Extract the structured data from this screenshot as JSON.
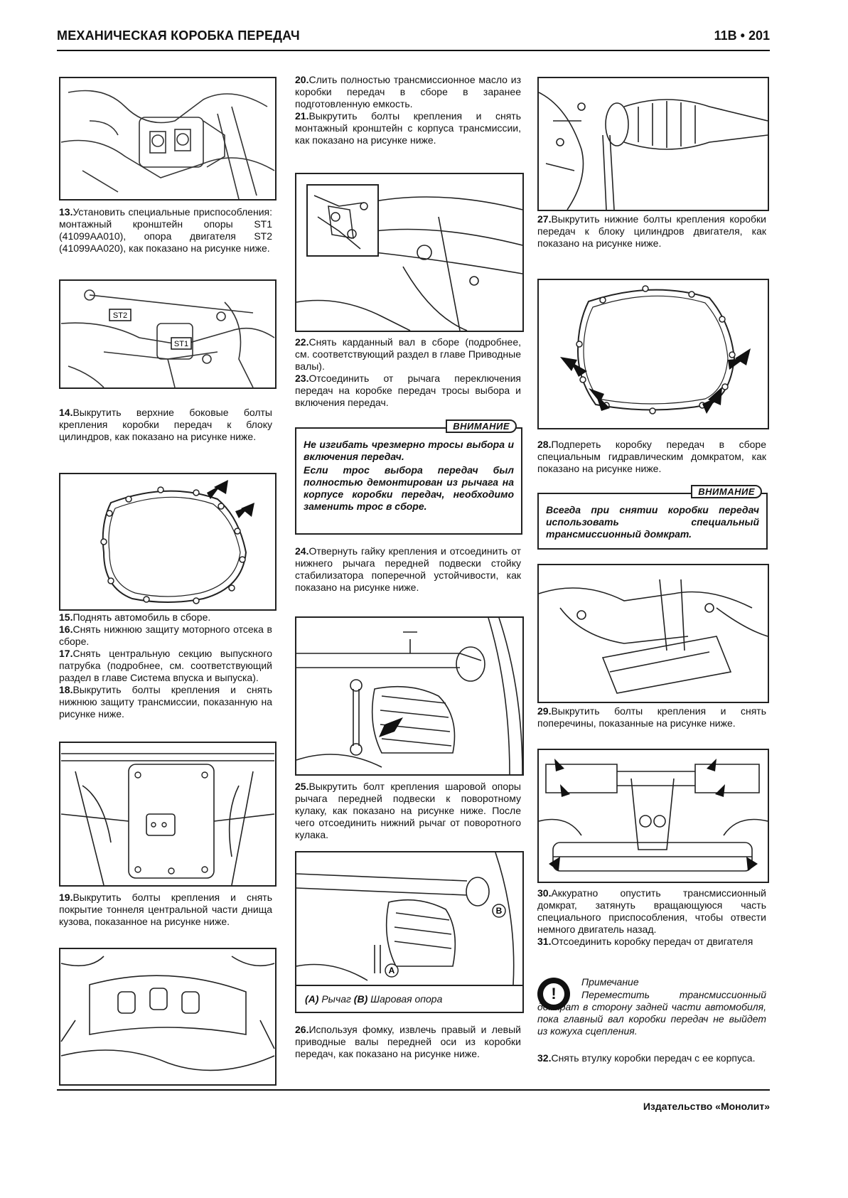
{
  "header": {
    "title": "МЕХАНИЧЕСКАЯ КОРОБКА ПЕРЕДАЧ",
    "page": "11B • 201"
  },
  "footer": {
    "publisher": "Издательство «Монолит»"
  },
  "steps": {
    "s13": {
      "num": "13.",
      "text": "Установить специальные приспособления: монтажный кронштейн опоры ST1 (41099AA010), опора двигателя ST2 (41099AA020), как показано на рисунке ниже."
    },
    "s14": {
      "num": "14.",
      "text": "Выкрутить верхние боковые болты крепления коробки передач к блоку цилиндров, как показано на рисунке ниже."
    },
    "s15": {
      "num": "15.",
      "text": "Поднять автомобиль в сборе."
    },
    "s16": {
      "num": "16.",
      "text": "Снять нижнюю защиту моторного отсека в сборе."
    },
    "s17": {
      "num": "17.",
      "text": "Снять центральную секцию выпускного патрубка (подробнее, см. соответствующий раздел в главе Система впуска и выпуска)."
    },
    "s18": {
      "num": "18.",
      "text": "Выкрутить болты крепления и снять нижнюю защиту трансмиссии, показанную на рисунке ниже."
    },
    "s19": {
      "num": "19.",
      "text": "Выкрутить болты крепления и снять покрытие тоннеля центральной части днища кузова, показанное на рисунке ниже."
    },
    "s20": {
      "num": "20.",
      "text": "Слить полностью трансмиссионное масло из коробки передач в сборе в заранее подготовленную емкость."
    },
    "s21": {
      "num": "21.",
      "text": "Выкрутить болты крепления и снять монтажный кронштейн с корпуса трансмиссии, как показано на рисунке ниже."
    },
    "s22": {
      "num": "22.",
      "text": "Снять карданный вал в сборе (подробнее, см. соответствующий раздел в главе Приводные валы)."
    },
    "s23": {
      "num": "23.",
      "text": "Отсоединить от рычага переключения передач на коробке передач тросы выбора и включения передач."
    },
    "s24": {
      "num": "24.",
      "text": "Отвернуть гайку крепления и отсоединить от нижнего рычага передней подвески стойку стабилизатора поперечной устойчивости, как показано на рисунке ниже."
    },
    "s25": {
      "num": "25.",
      "text": "Выкрутить болт крепления шаровой опоры рычага передней подвески к поворотному кулаку, как показано на рисунке ниже. После чего отсоединить нижний рычаг от поворотного кулака."
    },
    "s26": {
      "num": "26.",
      "text": "Используя фомку, извлечь правый и левый приводные валы передней оси из коробки передач, как показано на рисунке ниже."
    },
    "s27": {
      "num": "27.",
      "text": "Выкрутить нижние болты крепления коробки передач к блоку цилиндров двигателя, как показано на рисунке ниже."
    },
    "s28": {
      "num": "28.",
      "text": "Подпереть коробку передач в сборе специальным гидравлическим домкратом, как показано на рисунке ниже."
    },
    "s29": {
      "num": "29.",
      "text": "Выкрутить болты крепления и снять поперечины, показанные на рисунке ниже."
    },
    "s30": {
      "num": "30.",
      "text": "Аккуратно опустить трансмиссионный домкрат, затянуть вращающуюся часть специального приспособления, чтобы отвести немного двигатель назад."
    },
    "s31": {
      "num": "31.",
      "text": "Отсоединить коробку передач от двигателя"
    },
    "s32": {
      "num": "32.",
      "text": "Снять втулку коробки передач с ее корпуса."
    }
  },
  "warnings": {
    "w1": {
      "tag": "ВНИМАНИЕ",
      "p1": "Не изгибать чрезмерно тросы выбора и включения передач.",
      "p2": "Если трос выбора передач был полностью демонтирован из рычага на корпусе коробки передач, необходимо заменить трос в сборе."
    },
    "w2": {
      "tag": "ВНИМАНИЕ",
      "p1": "Всегда при снятии коробки передач использовать специальный трансмиссионный домкрат."
    }
  },
  "note": {
    "icon": "wrench-note-icon",
    "title": "Примечание",
    "text": "Переместить трансмиссионный домкрат в сторону задней части автомобиля, пока главный вал коробки передач не выйдет из кожуха сцепления."
  },
  "figures": {
    "st2_label": "ST2",
    "st1_label": "ST1",
    "caption_a": "(A)",
    "caption_a_text": " Рычаг ",
    "caption_b": "(B)",
    "caption_b_text": " Шаровая опора",
    "label_a": "A",
    "label_b": "B"
  }
}
